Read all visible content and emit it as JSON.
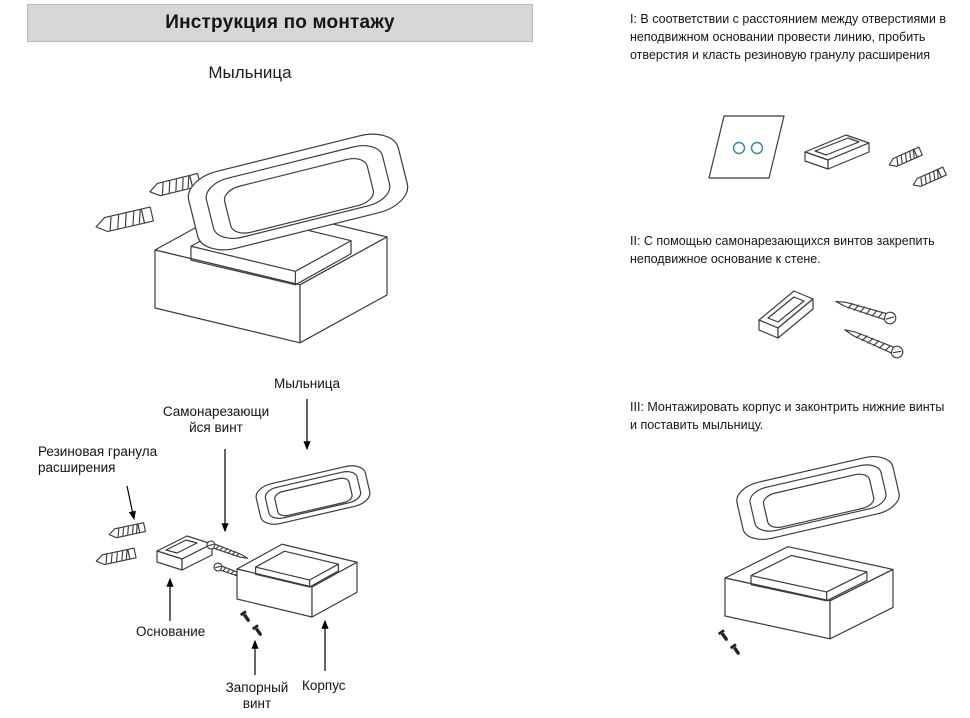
{
  "header": {
    "title": "Инструкция по монтажу"
  },
  "product": {
    "name": "Мыльница"
  },
  "exploded": {
    "labels": {
      "tray": "Мыльница",
      "screw": "Самонарезающи\nйся винт",
      "granule": "Резиновая гранула\nрасширения",
      "base": "Основание",
      "lock_screw": "Запорный\nвинт",
      "body": "Корпус"
    }
  },
  "steps": [
    {
      "text": "I: В соответствии с расстоянием между отверстиями в\nнеподвижном основании провести линию, пробить\nотверстия и класть резиновую гранулу расширения"
    },
    {
      "text": "II: С помощью самонарезающихся винтов закрепить\nнеподвижное основание к стене."
    },
    {
      "text": "III: Монтажировать корпус и законтрить нижние винты\nи поставить мыльницу."
    }
  ],
  "colors": {
    "header_bg": "#d7d7d7",
    "line_color": "#3c3c3c",
    "hole_accent": "#2e86a8"
  }
}
